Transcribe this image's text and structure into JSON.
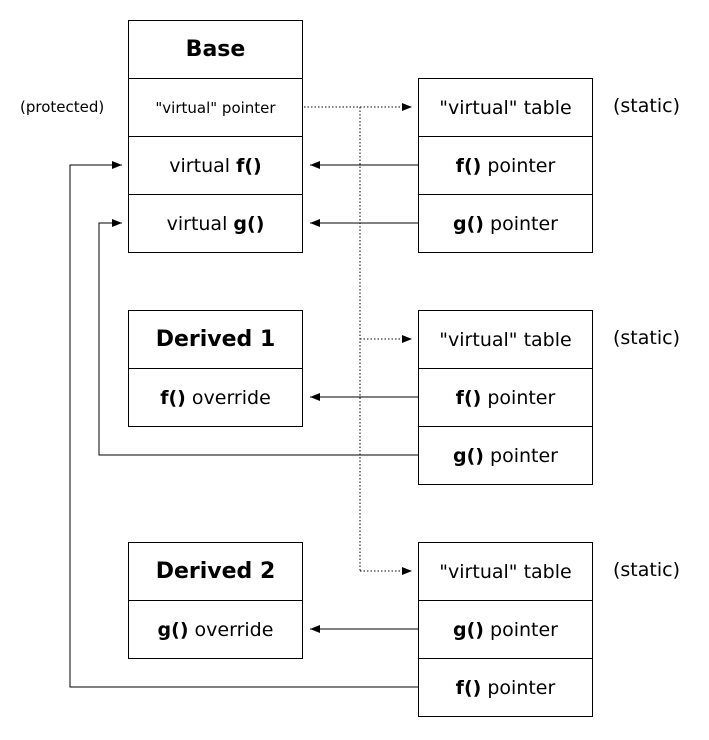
{
  "base": {
    "title": "Base",
    "pointer_label": "\"virtual\" pointer",
    "f_prefix": "virtual ",
    "f_name": "f()",
    "g_prefix": "virtual ",
    "g_name": "g()",
    "protected_label": "(protected)"
  },
  "derived1": {
    "title": "Derived 1",
    "method": "f()",
    "method_suffix": " override"
  },
  "derived2": {
    "title": "Derived 2",
    "method": "g()",
    "method_suffix": " override"
  },
  "vtables": [
    {
      "title": "\"virtual\" table",
      "static_label": "(static)",
      "row1_name": "f()",
      "row1_suffix": " pointer",
      "row2_name": "g()",
      "row2_suffix": " pointer"
    },
    {
      "title": "\"virtual\" table",
      "static_label": "(static)",
      "row1_name": "f()",
      "row1_suffix": " pointer",
      "row2_name": "g()",
      "row2_suffix": " pointer"
    },
    {
      "title": "\"virtual\" table",
      "static_label": "(static)",
      "row1_name": "g()",
      "row1_suffix": " pointer",
      "row2_name": "f()",
      "row2_suffix": " pointer"
    }
  ],
  "colors": {
    "line": "#000000",
    "box_border": "#000000"
  }
}
